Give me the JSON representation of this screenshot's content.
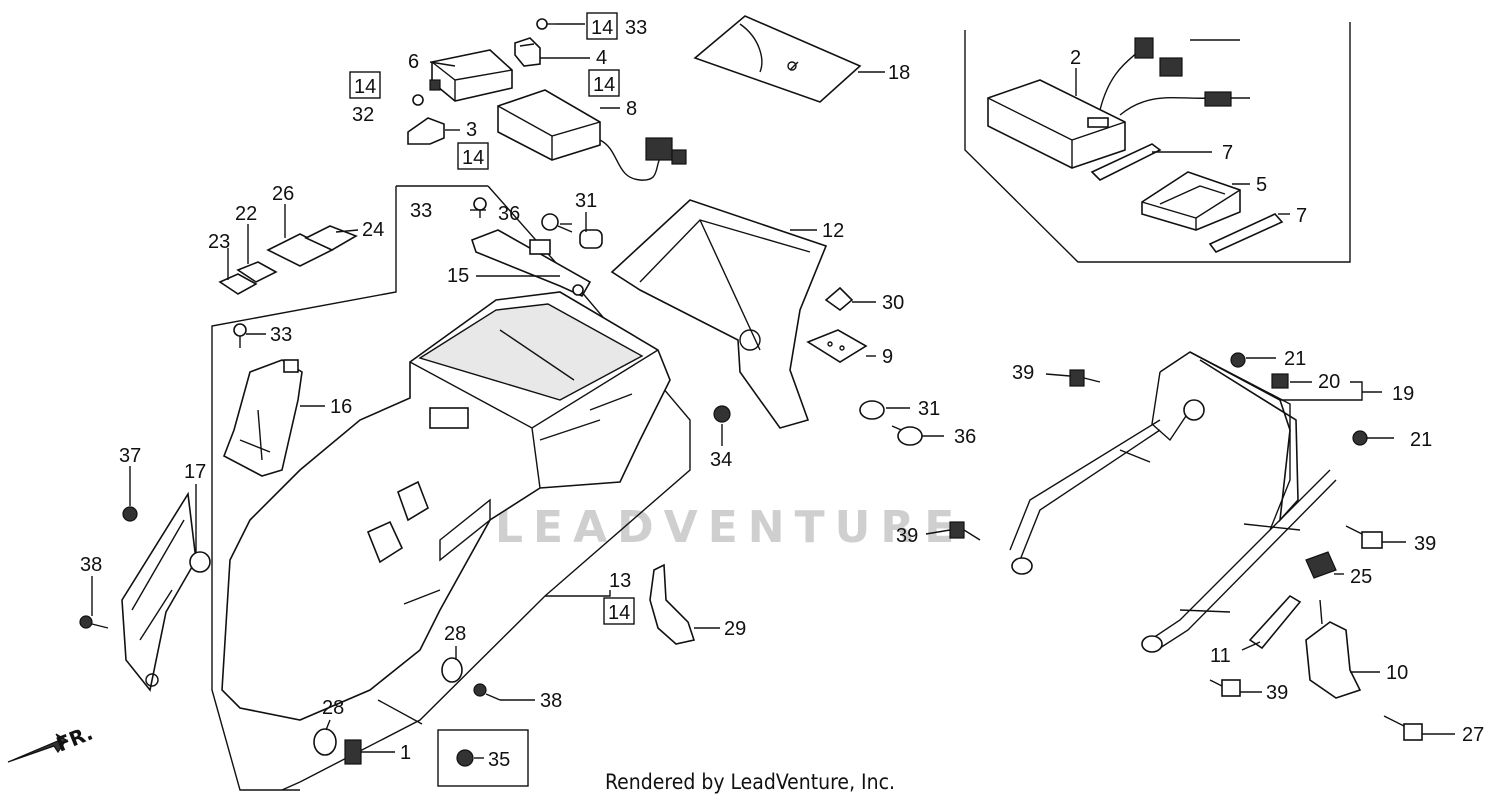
{
  "footer": "Rendered by LeadVenture, Inc.",
  "watermark": "LEADVENTURE",
  "front_indicator": "FR.",
  "callouts": [
    {
      "id": "c33a",
      "text": "33",
      "boxed": "14"
    },
    {
      "id": "c4",
      "text": "4"
    },
    {
      "id": "c4b",
      "boxed": "14"
    },
    {
      "id": "c6",
      "text": "6"
    },
    {
      "id": "c32",
      "text": "32",
      "boxed": "14"
    },
    {
      "id": "c8",
      "text": "8"
    },
    {
      "id": "c3",
      "text": "3"
    },
    {
      "id": "c3b",
      "boxed": "14"
    },
    {
      "id": "c18",
      "text": "18"
    },
    {
      "id": "c2",
      "text": "2"
    },
    {
      "id": "c7a",
      "text": "7"
    },
    {
      "id": "c5",
      "text": "5"
    },
    {
      "id": "c7b",
      "text": "7"
    },
    {
      "id": "c26",
      "text": "26"
    },
    {
      "id": "c22",
      "text": "22"
    },
    {
      "id": "c24",
      "text": "24"
    },
    {
      "id": "c23",
      "text": "23"
    },
    {
      "id": "c33b",
      "text": "33"
    },
    {
      "id": "c36a",
      "text": "36"
    },
    {
      "id": "c31a",
      "text": "31"
    },
    {
      "id": "c12",
      "text": "12"
    },
    {
      "id": "c15",
      "text": "15"
    },
    {
      "id": "c30",
      "text": "30"
    },
    {
      "id": "c33c",
      "text": "33"
    },
    {
      "id": "c9",
      "text": "9"
    },
    {
      "id": "c16",
      "text": "16"
    },
    {
      "id": "c31b",
      "text": "31"
    },
    {
      "id": "c36b",
      "text": "36"
    },
    {
      "id": "c34",
      "text": "34"
    },
    {
      "id": "c39a",
      "text": "39"
    },
    {
      "id": "c21a",
      "text": "21"
    },
    {
      "id": "c20",
      "text": "20"
    },
    {
      "id": "c19",
      "text": "19"
    },
    {
      "id": "c21b",
      "text": "21"
    },
    {
      "id": "c37",
      "text": "37"
    },
    {
      "id": "c17",
      "text": "17"
    },
    {
      "id": "c39b",
      "text": "39"
    },
    {
      "id": "c39c",
      "text": "39"
    },
    {
      "id": "c25",
      "text": "25"
    },
    {
      "id": "c38a",
      "text": "38"
    },
    {
      "id": "c13",
      "text": "13"
    },
    {
      "id": "c13b",
      "boxed": "14"
    },
    {
      "id": "c29",
      "text": "29"
    },
    {
      "id": "c11",
      "text": "11"
    },
    {
      "id": "c10",
      "text": "10"
    },
    {
      "id": "c28a",
      "text": "28"
    },
    {
      "id": "c38b",
      "text": "38"
    },
    {
      "id": "c39d",
      "text": "39"
    },
    {
      "id": "c27",
      "text": "27"
    },
    {
      "id": "c28b",
      "text": "28"
    },
    {
      "id": "c1",
      "text": "1"
    },
    {
      "id": "c35",
      "text": "35"
    }
  ]
}
